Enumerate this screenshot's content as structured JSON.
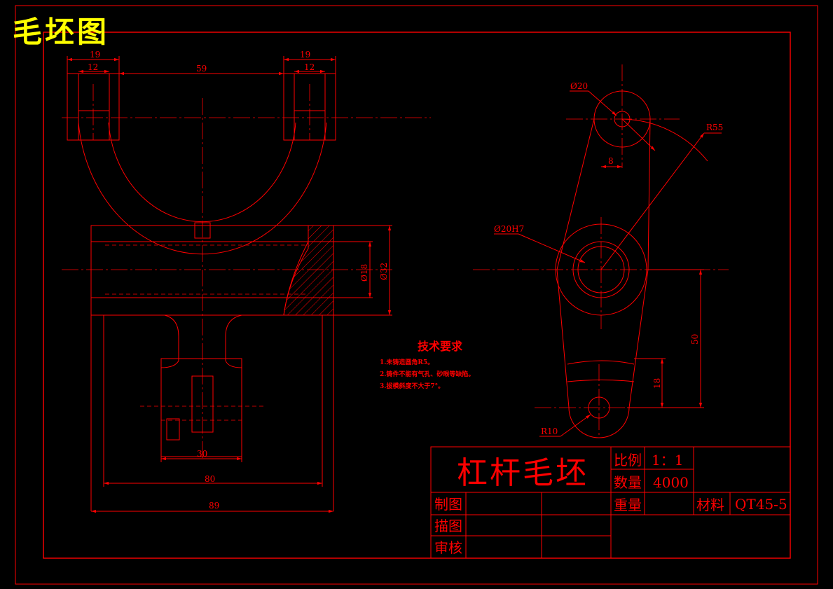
{
  "sheet_title": "毛坯图",
  "front_view": {
    "dim_top_left_19": "19",
    "dim_top_left_12": "12",
    "dim_top_59": "59",
    "dim_top_right_19": "19",
    "dim_top_right_12": "12",
    "dim_bore_18": "Ø18",
    "dim_bore_32": "Ø32",
    "dim_30": "30",
    "dim_80": "80",
    "dim_89": "89"
  },
  "side_view": {
    "dim_d20": "Ø20",
    "dim_r55": "R55",
    "dim_8": "8",
    "dim_d20h7": "Ø20H7",
    "dim_50": "50",
    "dim_18": "18",
    "dim_r10": "R10"
  },
  "tech_requirements": {
    "heading": "技术要求",
    "items": [
      "1.未铸造圆角R5。",
      "2.铸件不能有气孔、砂眼等缺陷。",
      "3.拔模斜度不大于7°。"
    ]
  },
  "title_block": {
    "part_name": "杠杆毛坯",
    "scale_label": "比例",
    "scale_value": "1：1",
    "qty_label": "数量",
    "qty_value": "4000",
    "weight_label": "重量",
    "material_label": "材料",
    "material_value": "QT45-5",
    "drawn_label": "制图",
    "traced_label": "描图",
    "checked_label": "审核"
  }
}
